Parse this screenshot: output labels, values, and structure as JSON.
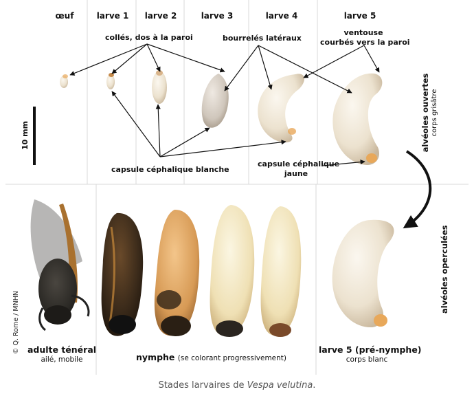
{
  "stages_top": [
    "œuf",
    "larve 1",
    "larve 2",
    "larve 3",
    "larve 4",
    "larve 5"
  ],
  "annotations": {
    "colles": "collés, dos à la paroi",
    "bourrelets": "bourrelés latéraux",
    "ventouse_1": "ventouse",
    "ventouse_2": "courbés vers la paroi",
    "capsule_blanche": "capsule céphalique blanche",
    "capsule_jaune_1": "capsule céphalique",
    "capsule_jaune_2": "jaune",
    "scale": "10 mm"
  },
  "side_labels": {
    "open_main": "alvéoles ouvertes",
    "open_sub": "corps grisâtre",
    "closed": "alvéoles operculées"
  },
  "bottom_labels": {
    "adult_main": "adulte ténéral",
    "adult_sub": "ailé, mobile",
    "nymph_main": "nymphe",
    "nymph_sub": "(se colorant progressivement)",
    "prenymph_main": "larve 5 (pré-nymphe)",
    "prenymph_sub": "corps blanc"
  },
  "credit": "© Q. Rome / MNHN",
  "caption": {
    "prefix": "Stades larvaires de ",
    "species": "Vespa velutina",
    "suffix": "."
  },
  "colors": {
    "larva_cream": "#efe6d6",
    "larva_shadow": "#c9b79c",
    "head_yellow": "#e8a85a",
    "adult_dark": "#2a2824",
    "nymph_dark": "#3a2a1a",
    "nymph_amber": "#d79a55",
    "nymph_pale": "#efe2b8",
    "divider": "#d8d8d8"
  }
}
